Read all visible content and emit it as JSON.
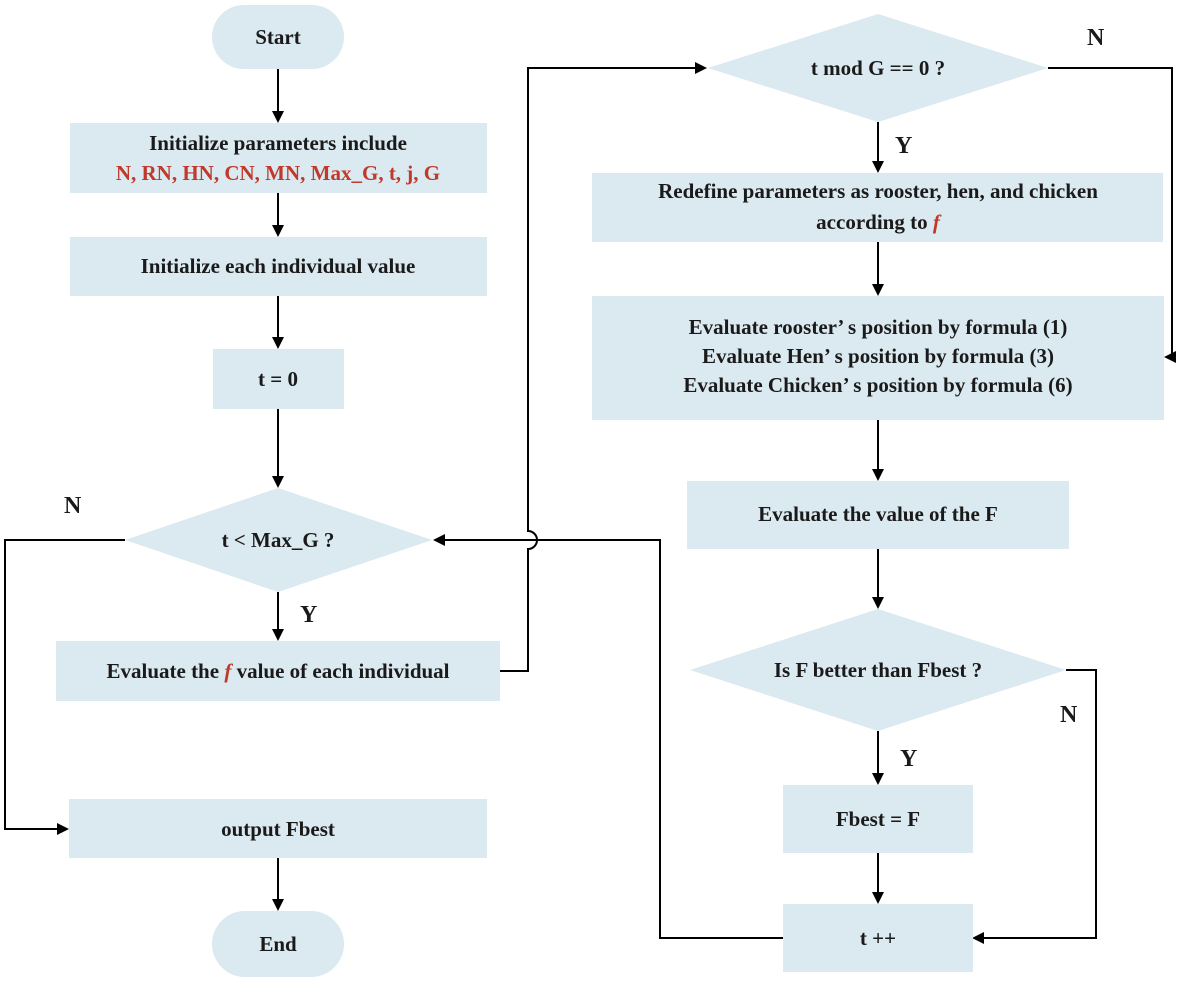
{
  "nodes": {
    "start": "Start",
    "init_params": "Initialize  parameters  include",
    "init_params_list": "N, RN, HN, CN, MN, Max_G, t, j, G",
    "init_individual": "Initialize each individual value",
    "t_zero": "t = 0",
    "t_less": "t < Max_G ?",
    "eval_f_pre": "Evaluate the",
    "eval_f_sym": "f",
    "eval_f_post": "value of each individual",
    "output": "output Fbest",
    "end": "End",
    "t_mod": "t mod G == 0 ?",
    "redefine_1": "Redefine parameters as rooster,  hen, and  chicken",
    "redefine_2": "according to",
    "redefine_sym": "f",
    "eval_pos_1": "Evaluate rooster’ s position by formula (1)",
    "eval_pos_2": "Evaluate Hen’ s position by formula (3)",
    "eval_pos_3": "Evaluate Chicken’ s position by formula (6)",
    "eval_F": "Evaluate the value of the F",
    "is_better": "Is F better than Fbest ?",
    "fbest": "Fbest = F",
    "t_inc": "t ++"
  },
  "edge_labels": {
    "yes": "Y",
    "no": "N"
  },
  "colors": {
    "box_fill": "#dbe9f0",
    "highlight": "#c0392b"
  }
}
